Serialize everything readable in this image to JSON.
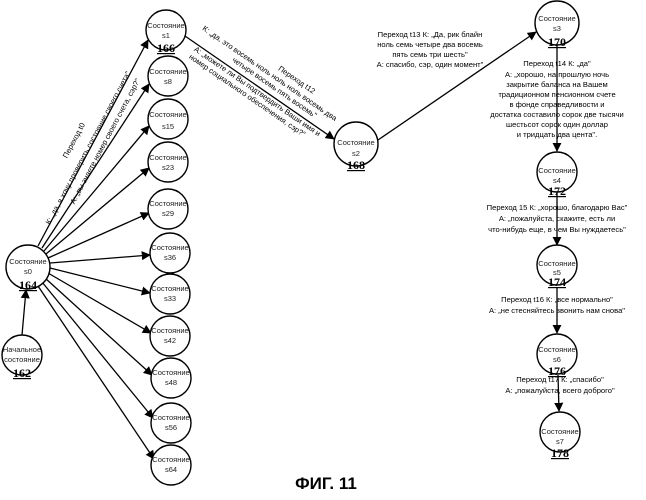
{
  "figure_label": "ФИГ. 11",
  "state_word": "Состояние",
  "nodes": {
    "initial": {
      "line1": "Начальное",
      "line2": "состояние",
      "ref": "162"
    },
    "s0": {
      "line1": "Состояние",
      "line2": "s0",
      "ref": "164"
    },
    "s1": {
      "line1": "Состояние",
      "line2": "s1",
      "ref": "166"
    },
    "s8": {
      "line1": "Состояние",
      "line2": "s8"
    },
    "s15": {
      "line1": "Состояние",
      "line2": "s15"
    },
    "s23": {
      "line1": "Состояние",
      "line2": "s23"
    },
    "s29": {
      "line1": "Состояние",
      "line2": "s29"
    },
    "s36": {
      "line1": "Состояние",
      "line2": "s36"
    },
    "s33": {
      "line1": "Состояние",
      "line2": "s33"
    },
    "s42": {
      "line1": "Состояние",
      "line2": "s42"
    },
    "s48": {
      "line1": "Состояние",
      "line2": "s48"
    },
    "s56": {
      "line1": "Состояние",
      "line2": "s56"
    },
    "s64": {
      "line1": "Состояние",
      "line2": "s64"
    },
    "s2": {
      "line1": "Состояние",
      "line2": "s2",
      "ref": "168"
    },
    "s3": {
      "line1": "Состояние",
      "line2": "s3",
      "ref": "170"
    },
    "s4": {
      "line1": "Состояние",
      "line2": "s4",
      "ref": "172"
    },
    "s5": {
      "line1": "Состояние",
      "line2": "s5",
      "ref": "174"
    },
    "s6": {
      "line1": "Состояние",
      "line2": "s6",
      "ref": "176"
    },
    "s7": {
      "line1": "Состояние",
      "line2": "s7",
      "ref": "178"
    }
  },
  "transitions": {
    "t0": {
      "title": "Переход t0",
      "k": "К: „да, я хочу проверить состояние своего счета\"",
      "a": "А: „вы знаете номер своего счета, сэр?\""
    },
    "t12": {
      "title": "Переход t12",
      "k1": "К: „да, это восемь ноль ноль ноль восемь два",
      "k2": "четыре восемь пять восемь\"",
      "a1": "А: „можете ли Вы подтвердить Ваши имя и",
      "a2": "номер социального обеспечения, сэр?\""
    },
    "t13": {
      "lines": [
        "Переход t13 К: „Да, рик блайн",
        "ноль семь четыре два восемь",
        "пять семь три шесть\"",
        "А: спасибо, сэр, один момент\""
      ]
    },
    "t14": {
      "lines": [
        "Переход t14 К: „да\"",
        "А: „хорошо, на прошлую ночь",
        "закрытие баланса на Вашем",
        "традиционном пенсионном счете",
        "в фонде справедливости и",
        "достатка составило сорок две тысячи",
        "шестьсот сорок один доллар",
        "и тридцать два цента\"."
      ]
    },
    "t15": {
      "lines": [
        "Переход 15 К: „хорошо, благодарю Вас\"",
        "А: „пожалуйста, скажите, есть ли",
        "что-нибудь еще, в чем Вы нуждаетесь\""
      ]
    },
    "t16": {
      "lines": [
        "Переход t16 К: „все нормально\"",
        "А: „не стесняйтесь звонить нам снова\""
      ]
    },
    "t17": {
      "lines": [
        "Переход t17 К: „спасибо\"",
        "А: „пожалуйста, всего доброго\""
      ]
    }
  }
}
